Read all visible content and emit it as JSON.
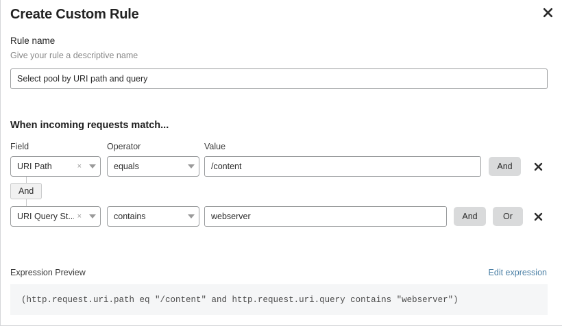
{
  "dialog": {
    "title": "Create Custom Rule",
    "close_icon": "close-icon"
  },
  "rule_name": {
    "label": "Rule name",
    "help": "Give your rule a descriptive name",
    "value": "Select pool by URI path and query",
    "placeholder": "Select pool by URI path and query"
  },
  "match": {
    "heading": "When incoming requests match...",
    "columns": {
      "field": "Field",
      "operator": "Operator",
      "value": "Value"
    },
    "connector": {
      "label": "And"
    },
    "rows": [
      {
        "field": "URI Path",
        "clear": "×",
        "operator": "equals",
        "value": "/content",
        "and_label": "And",
        "delete_icon": "close-icon"
      },
      {
        "field": "URI Query St...",
        "clear": "×",
        "operator": "contains",
        "value": "webserver",
        "and_label": "And",
        "or_label": "Or",
        "delete_icon": "close-icon"
      }
    ]
  },
  "expression": {
    "label": "Expression Preview",
    "edit_link": "Edit expression",
    "code": "(http.request.uri.path eq \"/content\" and http.request.uri.query contains \"webserver\")"
  },
  "colors": {
    "link": "#4a7fa5",
    "button_gray": "#d9dadb",
    "code_bg": "#f5f6f7",
    "border": "#9a9c9e"
  }
}
